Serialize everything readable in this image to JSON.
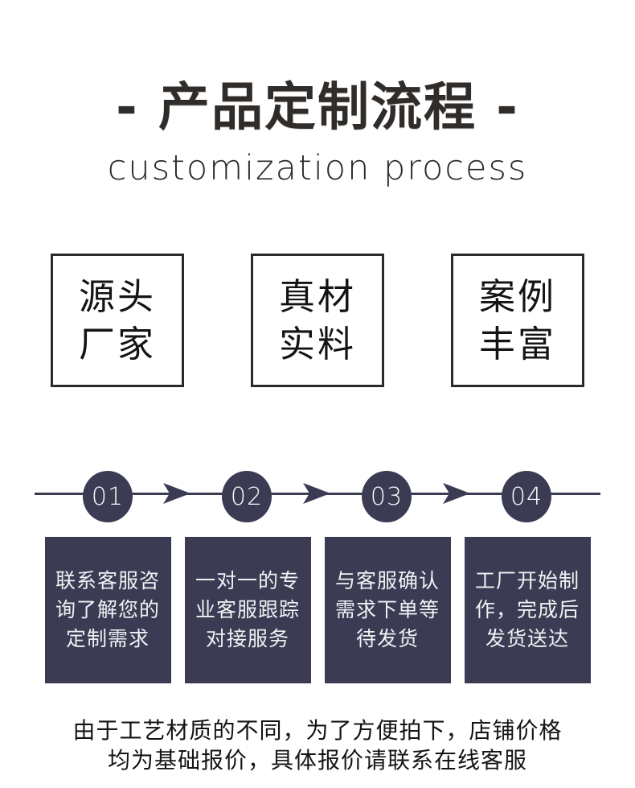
{
  "header": {
    "title": "- 产品定制流程 -",
    "subtitle": "customization process"
  },
  "features": [
    {
      "line1": "源头",
      "line2": "厂家"
    },
    {
      "line1": "真材",
      "line2": "实料"
    },
    {
      "line1": "案例",
      "line2": "丰富"
    }
  ],
  "process": {
    "steps": [
      {
        "number": "01",
        "lines": [
          "联系客服咨",
          "询了解您的",
          "定制需求"
        ]
      },
      {
        "number": "02",
        "lines": [
          "一对一的专",
          "业客服跟踪",
          "对接服务"
        ]
      },
      {
        "number": "03",
        "lines": [
          "与客服确认",
          "需求下单等",
          "待发货"
        ]
      },
      {
        "number": "04",
        "lines": [
          "工厂开始制",
          "作，完成后",
          "发货送达"
        ]
      }
    ]
  },
  "footnote": {
    "line1": "由于工艺材质的不同，为了方便拍下，店铺价格",
    "line2": "均为基础报价，具体报价请联系在线客服"
  },
  "colors": {
    "accent_navy": "#3b3c54",
    "title_dark": "#2f2c29",
    "box_border": "#2a2a2a",
    "step_text": "#f1f1f4"
  }
}
